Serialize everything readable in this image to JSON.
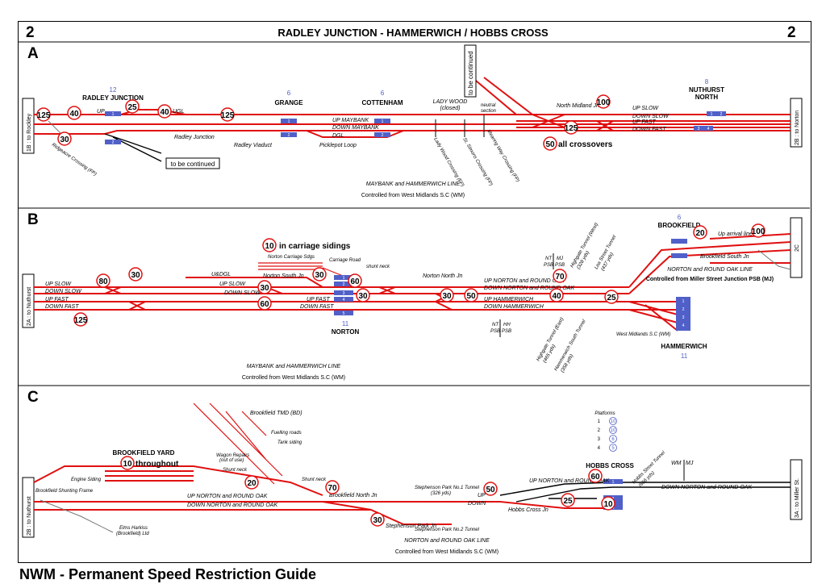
{
  "header": {
    "page_left": "2",
    "page_right": "2",
    "title": "RADLEY JUNCTION - HAMMERWICH  /  HOBBS CROSS"
  },
  "footer": {
    "title": "NWM - Permanent Speed Restriction Guide"
  },
  "colors": {
    "track": "#e01010",
    "platform": "#5060c8",
    "text": "#000000"
  },
  "sectionA": {
    "letter": "A",
    "left_box": "1B : to Rockley",
    "right_box": "2B : to  Norton",
    "stations": {
      "radley": "RADLEY JUNCTION",
      "radley_num": "12",
      "grange": "GRANGE",
      "grange_num": "6",
      "cottenham": "COTTENHAM",
      "cottenham_num": "6",
      "ladywood": "LADY WOOD",
      "ladywood2": "(closed)",
      "nuthurst": "NUTHURST",
      "nuthurst2": "NORTH",
      "nuthurst_num": "8"
    },
    "boxes": {
      "cont_vert": "to be continued",
      "cont_horiz": "to be continued"
    },
    "lines": {
      "up": "UP",
      "ugl": "UGL",
      "radley_jn": "Radley Junction",
      "radley_viaduct": "Radley Viaduct",
      "up_maybank": "UP MAYBANK",
      "down_maybank": "DOWN MAYBANK",
      "dgl": "DGL",
      "picklepot": "Picklepot Loop",
      "north_midland": "North Midland Jn",
      "up_slow": "UP SLOW",
      "down_slow": "DOWN SLOW",
      "up_fast": "UP FAST",
      "down_fast": "DOWN FAST",
      "neutral": "neutral",
      "section": "section"
    },
    "crossings": {
      "ridgeacre": "Ridgeacre Crossing (FP)",
      "lady_wood": "Lady Wood Crossing (FP)",
      "st_simons": "St. Simons Crossing (FP)",
      "mearing": "Mearing Way Crossing (FP)"
    },
    "speeds": {
      "s1": "125",
      "s2": "30",
      "s3": "40",
      "s4": "25",
      "s5": "40",
      "s6": "125",
      "s7": "100",
      "s8": "125",
      "s9": "50"
    },
    "notes": {
      "crossovers": "all crossovers"
    },
    "platforms": {
      "p1": "1",
      "p2": "2",
      "p3": "1",
      "p4": "2",
      "p5": "1",
      "p6": "2",
      "p7": "1",
      "p8": "2",
      "p9": "3",
      "p10": "4"
    },
    "route": "MAYBANK  and HAMMERWICH LINE",
    "control": "Controlled from West Midlands S.C (WM)"
  },
  "sectionB": {
    "letter": "B",
    "left_box": "2A : to Nuthurst",
    "right_box": "2C",
    "stations": {
      "brookfield": "BROOKFIELD",
      "brookfield_num": "6",
      "norton": "NORTON",
      "norton_num": "11",
      "hammerwich": "HAMMERWICH",
      "hammerwich_num": "11"
    },
    "lines": {
      "up_slow": "UP SLOW",
      "down_slow": "DOWN SLOW",
      "up_fast": "UP FAST",
      "down_fast": "DOWN FAST",
      "udgl": "U&DGL",
      "up_slow2": "UP SLOW",
      "down_slow2": "DOWN SLOW",
      "up_fast2": "UP FAST",
      "down_fast2": "DOWN FAST",
      "norton_south": "Norton South Jn",
      "norton_north": "Norton North Jn",
      "carriage_sdgs": "Norton Carriage Sdgs",
      "carriage_road": "Carriage Road",
      "shunt_neck": "shunt neck",
      "up_nro": "UP NORTON and ROUND OAK",
      "down_nro": "DOWN NORTON and ROUND OAK",
      "up_ham": "UP HAMMERWICH",
      "down_ham": "DOWN HAMMERWICH",
      "up_arrival": "Up arrival line",
      "brookfield_south": "Brookfield South Jn",
      "wmsc": "West Midlands S.C (WM)"
    },
    "psb": {
      "nt_top": "NT",
      "psb1": "PSB",
      "mj": "MJ",
      "psb2": "PSB",
      "nt_bot": "NT",
      "psb3": "PSB",
      "hh": "HH",
      "psb4": "PSB"
    },
    "tunnels": {
      "high_west": "Highgate Tunnel (West)",
      "high_west_len": "(328 yds)",
      "lea": "Lea Street Tunnel",
      "lea_len": "(437 yds)",
      "high_east": "Highgate Tunnel (East)",
      "high_east_len": "(465 yds)",
      "ham_south": "Hammerwich South Tunnel",
      "ham_south_len": "(358 yds)"
    },
    "speeds": {
      "s1": "80",
      "s2": "30",
      "s3": "125",
      "s4": "30",
      "s5": "60",
      "s6": "30",
      "s7": "60",
      "s8": "30",
      "s9": "30",
      "s10": "50",
      "s11": "70",
      "s12": "40",
      "s13": "25",
      "s14": "20",
      "s15": "100",
      "s16": "10"
    },
    "notes": {
      "sidings": "in carriage sidings"
    },
    "platforms": {
      "p1": "1",
      "p2": "2",
      "p3": "3",
      "p4": "4",
      "p5": "5",
      "p6": "1",
      "p7": "2",
      "p8": "3",
      "p9": "4"
    },
    "route": "NORTON and ROUND OAK LINE",
    "control_mj": "Controlled from Miller Street Junction PSB (MJ)",
    "route2": "MAYBANK  and HAMMERWICH LINE",
    "control2": "Controlled from West Midlands S.C (WM)"
  },
  "sectionC": {
    "letter": "C",
    "left_box": "2B : to Nuthurst",
    "right_box": "3A : to Miller St.",
    "stations": {
      "yard": "BROOKFIELD YARD",
      "throughout": "throughout",
      "hobbs": "HOBBS CROSS"
    },
    "lines": {
      "tmd": "Brookfield TMD (BD)",
      "fuel": "Fuelling roads",
      "tank": "Tank siding",
      "wagon": "Wagon Repairs",
      "wagon2": "(out of use)",
      "shunt_neck": "Shunt neck",
      "shunt_neck2": "Shunt neck",
      "engine": "Engine Siding",
      "frame": "Brookfield Shunting Frame",
      "up_nro": "UP NORTON and ROUND OAK",
      "down_nro": "DOWN NORTON and ROUND OAK",
      "brookfield_north": "Brookfield North Jn",
      "elms": "Elms Harkiss",
      "elms2": "(Brookfield) Ltd",
      "sp1": "Stephenson Park No.1 Tunnel",
      "sp1_len": "(326 yds)",
      "sp2": "Stephenson Park No.2 Tunnel",
      "sp_jn": "Stephenson Park Jn",
      "up": "UP",
      "down": "DOWN",
      "hobbs_jn": "Hobbs Cross Jn",
      "up_nro2": "UP NORTON and ROUND OAK",
      "down_nro2": "DOWN NORTON and ROUND OAK",
      "hobbs_tunnel": "Hobbs Street Tunnel",
      "hobbs_len": "(656 yds)",
      "wm": "WM",
      "mj": "MJ"
    },
    "platforms_key": {
      "title": "Platforms",
      "rows": [
        {
          "p": "1",
          "s": "10"
        },
        {
          "p": "2",
          "s": "10"
        },
        {
          "p": "3",
          "s": "6"
        },
        {
          "p": "4",
          "s": "5"
        }
      ]
    },
    "speeds": {
      "s1": "10",
      "s2": "20",
      "s3": "70",
      "s4": "30",
      "s5": "50",
      "s6": "25",
      "s7": "60",
      "s8": "10"
    },
    "platforms": {
      "p1": "1",
      "p2": "2",
      "p3": "3",
      "p4": "4"
    },
    "route": "NORTON and ROUND OAK LINE",
    "control": "Controlled from West Midlands S.C (WM)"
  }
}
